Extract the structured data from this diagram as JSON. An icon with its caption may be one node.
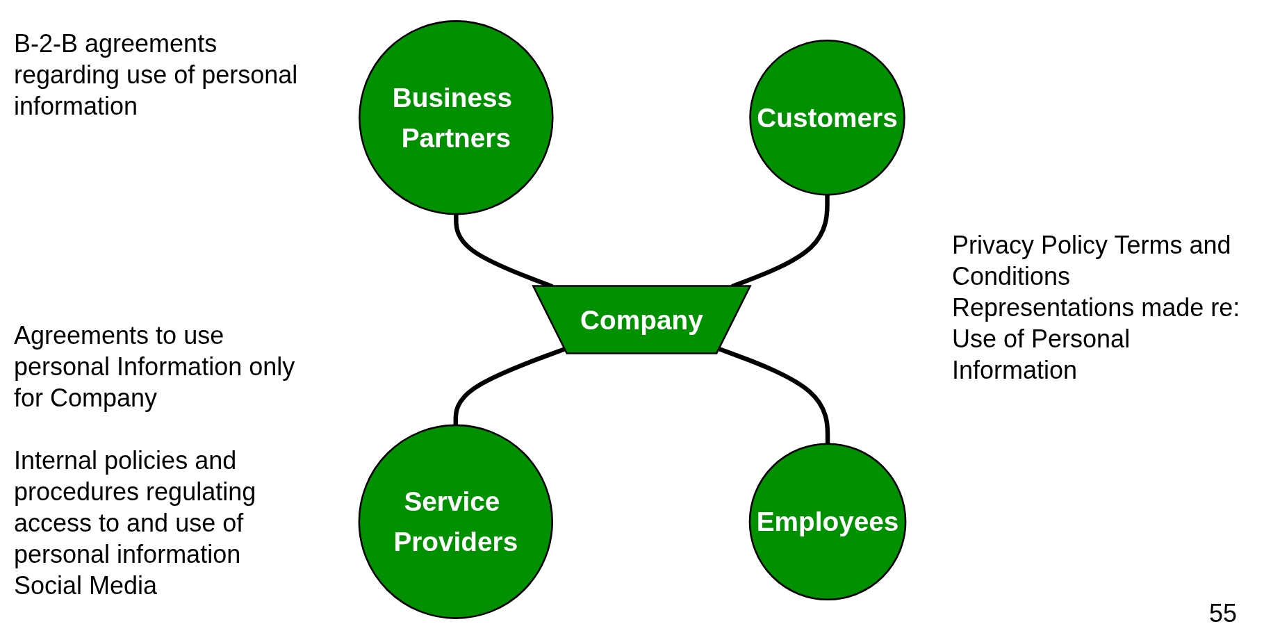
{
  "diagram": {
    "nodes": [
      {
        "text": [
          "Business Partners"
        ]
      },
      {
        "text": [
          "Customers"
        ]
      },
      {
        "text": [
          "Company"
        ]
      },
      {
        "text": [
          "Service Providers"
        ]
      },
      {
        "text": [
          "Employees"
        ]
      }
    ],
    "edges": [
      {
        "from": 0,
        "to": 2,
        "arrow": "none"
      },
      {
        "from": 1,
        "to": 2,
        "arrow": "none"
      },
      {
        "from": 2,
        "to": 3,
        "arrow": "none"
      },
      {
        "from": 2,
        "to": 4,
        "arrow": "none"
      }
    ],
    "labels": [
      "B-2-B agreements regarding use of personal information",
      "Privacy Policy Terms and Conditions Representations made re: Use of Personal Information",
      "Agreements to use personal Information only for Company",
      "Internal policies and procedures regulating access to and use of personal information Social Media",
      "55"
    ]
  }
}
